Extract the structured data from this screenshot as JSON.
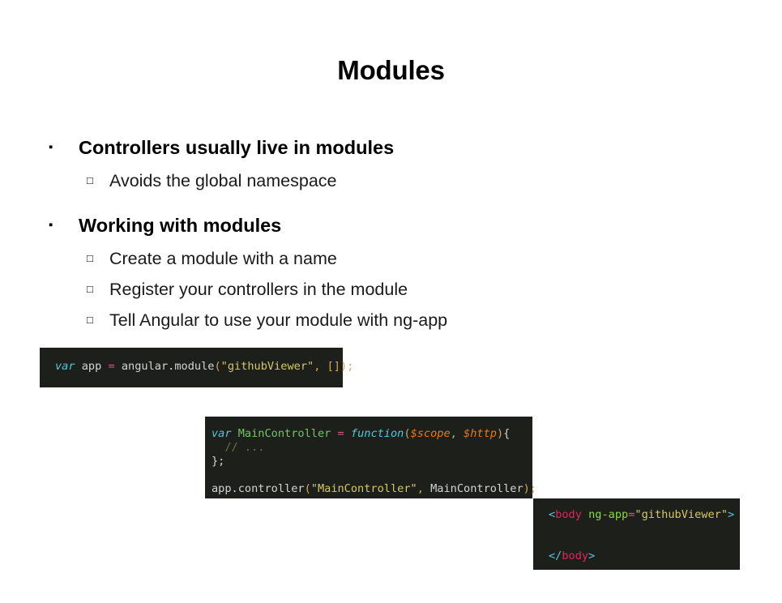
{
  "slide": {
    "title": "Modules",
    "bullets": [
      {
        "level": 1,
        "marker": "filled-square-bullet",
        "marker_glyph": "▪",
        "text": "Controllers usually live in modules"
      },
      {
        "level": 2,
        "marker": "hollow-square-bullet",
        "marker_glyph": "□",
        "text": "Avoids the global namespace"
      },
      {
        "level": 1,
        "marker": "filled-square-bullet",
        "marker_glyph": "▪",
        "text": "Working with modules"
      },
      {
        "level": 2,
        "marker": "hollow-square-bullet",
        "marker_glyph": "□",
        "text": "Create a module with a name"
      },
      {
        "level": 2,
        "marker": "hollow-square-bullet",
        "marker_glyph": "□",
        "text": "Register your controllers in the module"
      },
      {
        "level": 2,
        "marker": "hollow-square-bullet",
        "marker_glyph": "□",
        "text": "Tell Angular to use your module with ng-app"
      }
    ],
    "code_blocks": [
      {
        "name": "module-declaration",
        "language": "javascript",
        "background": "#1d1f1a",
        "plain_text": "var app = angular.module(\"githubViewer\", []);",
        "tokens": [
          {
            "t": "var",
            "c": "keyword"
          },
          {
            "t": " ",
            "c": "plain"
          },
          {
            "t": "app",
            "c": "plain"
          },
          {
            "t": " ",
            "c": "plain"
          },
          {
            "t": "=",
            "c": "operator"
          },
          {
            "t": " ",
            "c": "plain"
          },
          {
            "t": "angular.module",
            "c": "plain"
          },
          {
            "t": "(",
            "c": "punct"
          },
          {
            "t": "\"githubViewer\"",
            "c": "string"
          },
          {
            "t": ",",
            "c": "punct"
          },
          {
            "t": " ",
            "c": "plain"
          },
          {
            "t": "[]",
            "c": "punct"
          },
          {
            "t": ")",
            "c": "punct"
          },
          {
            "t": ";",
            "c": "punct"
          }
        ]
      },
      {
        "name": "controller-registration",
        "language": "javascript",
        "background": "#1d1f1a",
        "plain_text": "var MainController = function($scope, $http){\n  // ...\n};\n\napp.controller(\"MainController\", MainController);",
        "lines": [
          [
            {
              "t": "var",
              "c": "keyword"
            },
            {
              "t": " ",
              "c": "plain"
            },
            {
              "t": "MainController",
              "c": "function"
            },
            {
              "t": " ",
              "c": "plain"
            },
            {
              "t": "=",
              "c": "operator"
            },
            {
              "t": " ",
              "c": "plain"
            },
            {
              "t": "function",
              "c": "keyword"
            },
            {
              "t": "(",
              "c": "punct"
            },
            {
              "t": "$scope",
              "c": "param"
            },
            {
              "t": ",",
              "c": "punct"
            },
            {
              "t": " ",
              "c": "plain"
            },
            {
              "t": "$http",
              "c": "param"
            },
            {
              "t": ")",
              "c": "punct"
            },
            {
              "t": "{",
              "c": "brace"
            }
          ],
          [
            {
              "t": "  // ...",
              "c": "comment"
            }
          ],
          [
            {
              "t": "};",
              "c": "brace"
            }
          ],
          [
            {
              "t": "",
              "c": "plain"
            }
          ],
          [
            {
              "t": "app.controller",
              "c": "plain"
            },
            {
              "t": "(",
              "c": "punct"
            },
            {
              "t": "\"MainController\"",
              "c": "string"
            },
            {
              "t": ",",
              "c": "punct"
            },
            {
              "t": " ",
              "c": "plain"
            },
            {
              "t": "MainController",
              "c": "plain"
            },
            {
              "t": ")",
              "c": "punct"
            },
            {
              "t": ";",
              "c": "punct"
            }
          ]
        ]
      },
      {
        "name": "ng-app-markup",
        "language": "html",
        "background": "#1d1f1a",
        "plain_text": "<body ng-app=\"githubViewer\">\n\n</body>",
        "lines": [
          [
            {
              "t": "<",
              "c": "tag-bracket"
            },
            {
              "t": "body",
              "c": "tag-name"
            },
            {
              "t": " ",
              "c": "plain"
            },
            {
              "t": "ng-app",
              "c": "attr"
            },
            {
              "t": "=",
              "c": "operator"
            },
            {
              "t": "\"githubViewer\"",
              "c": "string"
            },
            {
              "t": ">",
              "c": "tag-bracket"
            }
          ],
          [
            {
              "t": "",
              "c": "plain"
            }
          ],
          [
            {
              "t": "",
              "c": "plain"
            }
          ],
          [
            {
              "t": "</",
              "c": "tag-bracket"
            },
            {
              "t": "body",
              "c": "tag-name"
            },
            {
              "t": ">",
              "c": "tag-bracket"
            }
          ]
        ]
      }
    ]
  },
  "colors": {
    "page_background": "#ffffff",
    "text": "#000000",
    "code_background": "#1d1f1a",
    "code_keyword": "#4ec9d9",
    "code_string": "#d4c76a",
    "code_operator": "#e0508a",
    "code_function": "#74c46b",
    "code_param": "#e8791e",
    "code_comment": "#6b6f52",
    "code_punct": "#d7a55a",
    "code_tag": "#e0265c",
    "code_attr": "#88d943"
  }
}
